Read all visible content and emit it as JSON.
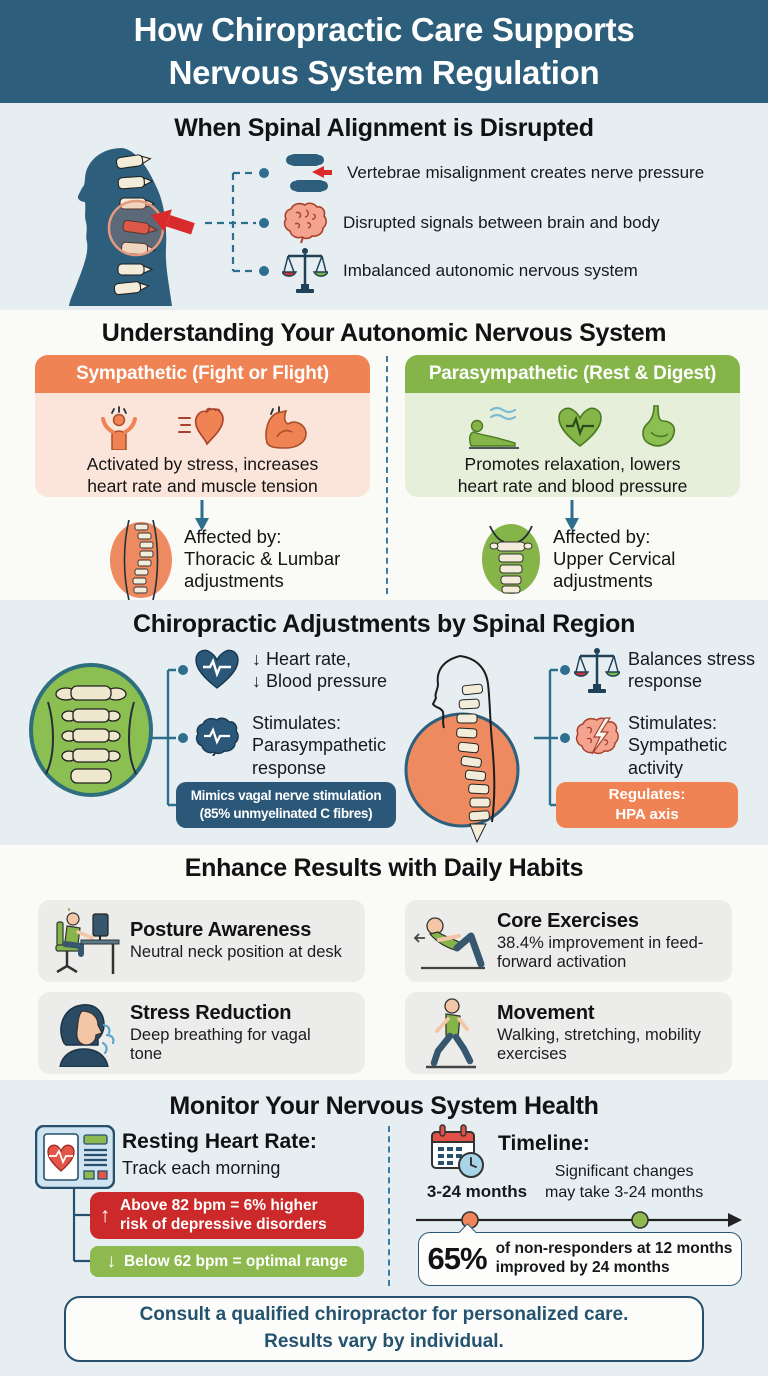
{
  "page": {
    "title_line1": "How Chiropractic Care Supports",
    "title_line2": "Nervous System Regulation"
  },
  "disrupted": {
    "heading": "When Spinal Alignment is Disrupted",
    "bullet1": "Vertebrae misalignment creates nerve pressure",
    "bullet2": "Disrupted signals between brain and body",
    "bullet3": "Imbalanced autonomic nervous system"
  },
  "ans": {
    "heading": "Understanding Your Autonomic Nervous System",
    "sym_header": "Sympathetic (Fight or Flight)",
    "sym_desc_line1": "Activated by stress, increases",
    "sym_desc_line2": "heart rate and muscle tension",
    "sym_affected_line1": "Affected by:",
    "sym_affected_line2": "Thoracic & Lumbar",
    "sym_affected_line3": "adjustments",
    "para_header": "Parasympathetic (Rest & Digest)",
    "para_desc_line1": "Promotes relaxation, lowers",
    "para_desc_line2": "heart rate and blood pressure",
    "para_affected_line1": "Affected by:",
    "para_affected_line2": "Upper Cervical",
    "para_affected_line3": "adjustments"
  },
  "regions": {
    "heading": "Chiropractic Adjustments by Spinal Region",
    "cervical_b1_l1": "↓ Heart rate,",
    "cervical_b1_l2": "↓ Blood pressure",
    "cervical_b2_l1": "Stimulates:",
    "cervical_b2_l2": "Parasympathetic",
    "cervical_b2_l3": "response",
    "cervical_badge_l1": "Mimics vagal nerve stimulation",
    "cervical_badge_l2": "(85% unmyelinated C fibres)",
    "thoracic_b1_l1": "Balances stress",
    "thoracic_b1_l2": "response",
    "thoracic_b2_l1": "Stimulates:",
    "thoracic_b2_l2": "Sympathetic",
    "thoracic_b2_l3": "activity",
    "thoracic_badge_l1": "Regulates:",
    "thoracic_badge_l2": "HPA axis"
  },
  "habits": {
    "heading": "Enhance Results with Daily Habits",
    "cards": [
      {
        "title": "Posture Awareness",
        "desc": "Neutral neck position at desk"
      },
      {
        "title": "Core Exercises",
        "desc": "38.4% improvement in feed-forward activation"
      },
      {
        "title": "Stress Reduction",
        "desc": "Deep breathing for vagal tone"
      },
      {
        "title": "Movement",
        "desc": "Walking, stretching, mobility exercises"
      }
    ]
  },
  "monitor": {
    "heading": "Monitor Your Nervous System Health",
    "rhr_title": "Resting Heart Rate:",
    "rhr_sub": "Track each morning",
    "up_arrow": "↑",
    "down_arrow": "↓",
    "high_l1": "Above 82 bpm = 6% higher",
    "high_l2": "risk of depressive disorders",
    "low_text": "Below 62 bpm = optimal range",
    "timeline_title": "Timeline:",
    "timeline_left_label": "3-24 months",
    "timeline_right_l1": "Significant changes",
    "timeline_right_l2": "may take 3-24 months",
    "stat_value": "65%",
    "stat_l1": "of non-responders at 12 months",
    "stat_l2": "improved by 24 months"
  },
  "footer": {
    "line1": "Consult a qualified chiropractor for personalized care.",
    "line2": "Results vary by individual."
  },
  "colors": {
    "header_bg": "#2d5e7b",
    "section_blue": "#e7eef2",
    "section_white": "#fafaf7",
    "sympathetic_orange": "#ef8354",
    "sympathetic_light": "#fbe4d9",
    "parasympathetic_green": "#85b549",
    "parasympathetic_light": "#e6efd9",
    "navy_badge": "#2b5878",
    "orange_badge": "#ef8354",
    "red_badge": "#cc2a2a",
    "green_badge": "#8db94e",
    "teal_line": "#2e6e8e",
    "card_gray": "#ececea"
  }
}
